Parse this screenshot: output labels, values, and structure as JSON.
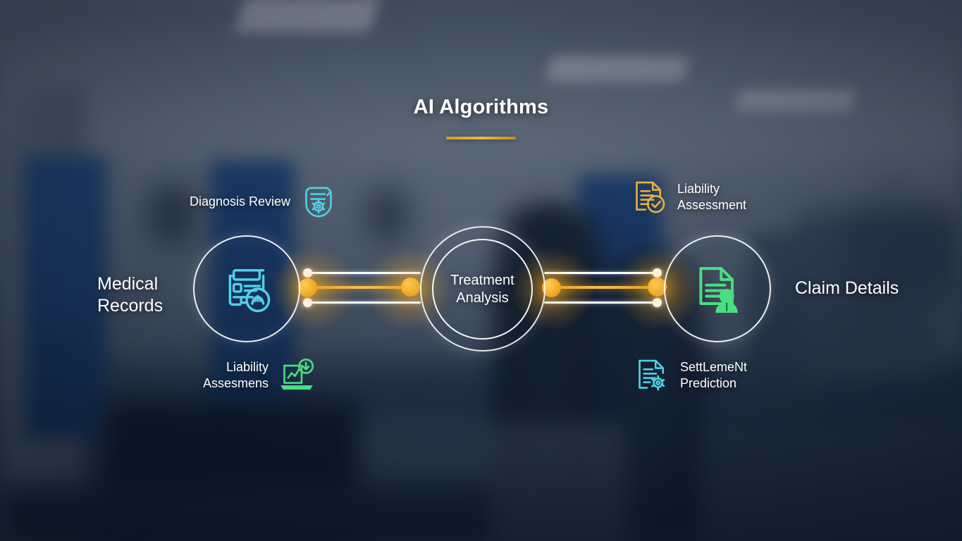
{
  "header": {
    "title": "AI Algorithms",
    "underline_color": "#e8b239"
  },
  "colors": {
    "accent_gold": "#f0a81f",
    "cyan": "#4fd1e8",
    "green": "#4ade80",
    "white": "#ffffff",
    "background_dark": "#1b2838"
  },
  "nodes": {
    "left": {
      "label": "Medical\nRecords",
      "icon": "medical-records-icon",
      "icon_color": "#4fd1e8"
    },
    "center": {
      "label": "Treatment\nAnalysis"
    },
    "right": {
      "label": "Claim Details",
      "icon": "claim-document-person-icon",
      "icon_color": "#4ade80"
    }
  },
  "satellites": [
    {
      "id": "diagnosis-review",
      "label": "Diagnosis Review",
      "icon": "document-gear-icon",
      "icon_color": "#4fd1e8",
      "position": "top-left"
    },
    {
      "id": "liability-assesmens",
      "label": "Liability\nAssesmens",
      "icon": "laptop-chart-download-icon",
      "icon_color": "#4ade80",
      "position": "bottom-left"
    },
    {
      "id": "liability-assessment",
      "label": "Liability\nAssessment",
      "icon": "document-check-icon",
      "icon_color": "#e8b239",
      "position": "top-right"
    },
    {
      "id": "settlement-prediction",
      "label": "SettLemeNt\nPrediction",
      "icon": "document-gear-icon",
      "icon_color": "#4fd1e8",
      "position": "bottom-right"
    }
  ],
  "connectors": {
    "left_segment": {
      "lines": 3,
      "highlight": "gold-middle"
    },
    "right_segment": {
      "lines": 3,
      "highlight": "gold-middle"
    }
  },
  "background": {
    "scene": "blurred-hospital-office-interior",
    "elements": [
      "ceiling-lights",
      "blue-doors",
      "person-silhouettes",
      "desk",
      "monitor"
    ]
  }
}
